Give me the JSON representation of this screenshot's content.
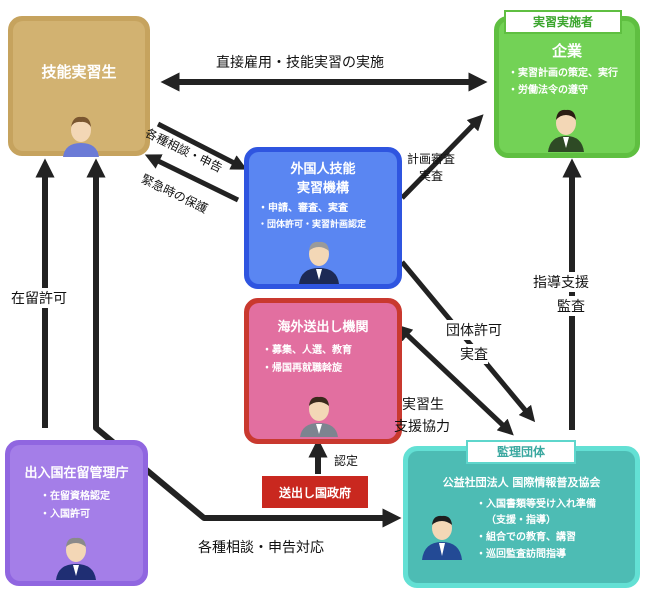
{
  "trainee": {
    "title": "技能実習生"
  },
  "company": {
    "tag": "実習実施者",
    "title": "企業",
    "items": [
      "・実習計画の策定、実行",
      "・労働法令の遵守"
    ]
  },
  "otit": {
    "title_line1": "外国人技能",
    "title_line2": "実習機構",
    "items": [
      "・申請、審査、実査",
      "・団体許可・実習計画認定"
    ]
  },
  "sending_org": {
    "title": "海外送出し機関",
    "items": [
      "・募集、人選、教育",
      "・帰国再就職斡旋"
    ]
  },
  "immigration": {
    "title": "出入国在留管理庁",
    "items": [
      "・在留資格認定",
      "・入国許可"
    ]
  },
  "supervising": {
    "tag": "監理団体",
    "title": "公益社団法人 国際情報普及協会",
    "items": [
      "・入国書類等受け入れ準備",
      "（支援・指導）",
      "・組合での教育、講習",
      "・巡回監査訪問指導"
    ]
  },
  "sending_gov": {
    "label": "送出し国政府"
  },
  "edges": {
    "direct_employment": "直接雇用・技能実習の実施",
    "consult_report": "各種相談・申告",
    "emergency_protection": "緊急時の保護",
    "plan_review_1": "計画審査",
    "plan_review_2": "実査",
    "residence_permit": "在留許可",
    "group_permit_1": "団体許可",
    "group_permit_2": "実査",
    "guidance_1": "指導支援",
    "guidance_2": "監査",
    "support_1": "実習生",
    "support_2": "支援協力",
    "certify": "認定",
    "consult_response": "各種相談・申告対応"
  },
  "colors": {
    "trainee": "#c6a35e",
    "company": "#70cf52",
    "otit": "#4a78f0",
    "sending_org": "#e26fa0",
    "immigration": "#a47ee8",
    "supervising": "#5ed6cc",
    "sending_gov": "#c9281f",
    "arrow": "#222222"
  }
}
